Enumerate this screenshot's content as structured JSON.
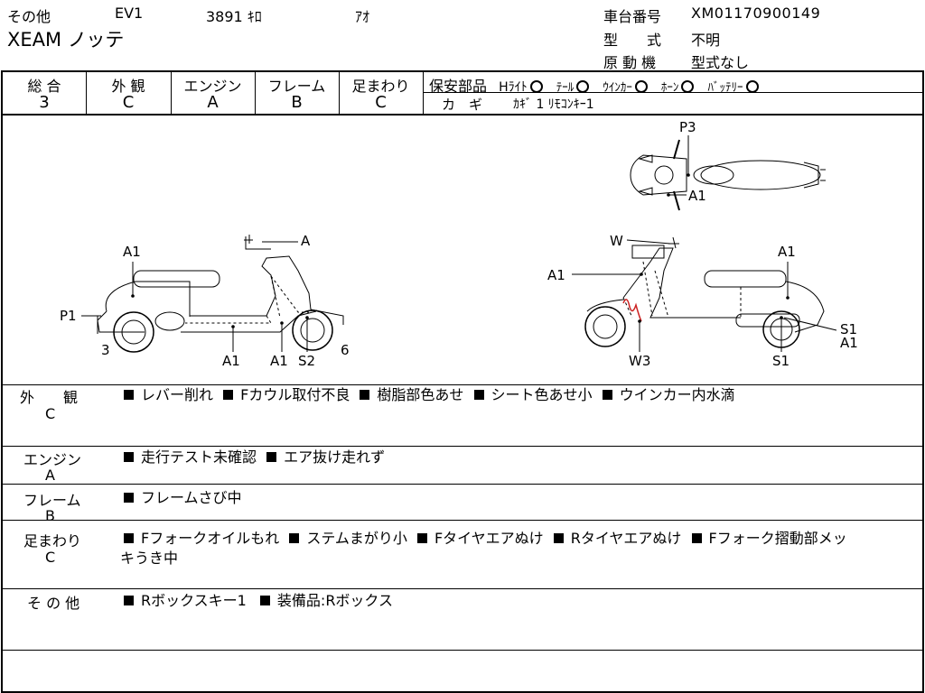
{
  "header": {
    "category": "その他",
    "model_code": "EV1",
    "mileage": "3891 ｷﾛ",
    "color": "ｱｵ",
    "model_name": "XEAM ノッテ",
    "frame_no_label": "車台番号",
    "frame_no": "XM01170900149",
    "type_label": "型　　式",
    "type_value": "不明",
    "engine_label": "原 動 機",
    "engine_value": "型式なし"
  },
  "grades": [
    {
      "label": "総 合",
      "value": "3"
    },
    {
      "label": "外 観",
      "value": "C"
    },
    {
      "label": "エンジン",
      "value": "A"
    },
    {
      "label": "フレーム",
      "value": "B"
    },
    {
      "label": "足まわり",
      "value": "C"
    }
  ],
  "safety": {
    "label": "保安部品",
    "items": [
      {
        "name": "Hﾗｲﾄ",
        "status": "circle"
      },
      {
        "name": "ﾃｰﾙ",
        "status": "circle"
      },
      {
        "name": "ｳｲﾝｶｰ",
        "status": "circle"
      },
      {
        "name": "ﾎｰﾝ",
        "status": "circle"
      },
      {
        "name": "ﾊﾞｯﾃﾘｰ",
        "status": "circle"
      }
    ],
    "key_label": "カ　ギ",
    "key_value": "ｶｷﾞ 1 ﾘﾓｺﾝｷｰ1"
  },
  "diagram_labels": {
    "left_a1": "A1",
    "left_a": "A",
    "left_p1": "P1",
    "left_3": "3",
    "left_bottom_a1": "A1",
    "left_bottom_a1b": "A1",
    "left_s2": "S2",
    "left_6": "6",
    "top_p3": "P3",
    "top_a1": "A1",
    "right_w": "W",
    "right_a1_left": "A1",
    "right_a1_right": "A1",
    "right_s1": "S1",
    "right_a1_low": "A1",
    "right_w3": "W3",
    "right_s1_bottom": "S1"
  },
  "sections": [
    {
      "label": "外　　観",
      "grade": "C",
      "lines": [
        "レバー削れ",
        "Fカウル取付不良",
        "樹脂部色あせ",
        "シート色あせ小",
        "ウインカー内水滴"
      ]
    },
    {
      "label": "エンジン",
      "grade": "A",
      "lines": [
        "走行テスト未確認",
        "エア抜け走れず"
      ]
    },
    {
      "label": "フレーム",
      "grade": "B",
      "lines": [
        "フレームさび中"
      ]
    },
    {
      "label": "足まわり",
      "grade": "C",
      "lines": [
        "Fフォークオイルもれ",
        "ステムまがり小",
        "Fタイヤエアぬけ",
        "Rタイヤエアぬけ",
        "Fフォーク摺動部メッ"
      ],
      "continuation": "キうき中"
    },
    {
      "label": "そ の 他",
      "grade": "",
      "lines": [
        "Rボックスキー1"
      ],
      "extra": "装備品:Rボックス"
    }
  ]
}
